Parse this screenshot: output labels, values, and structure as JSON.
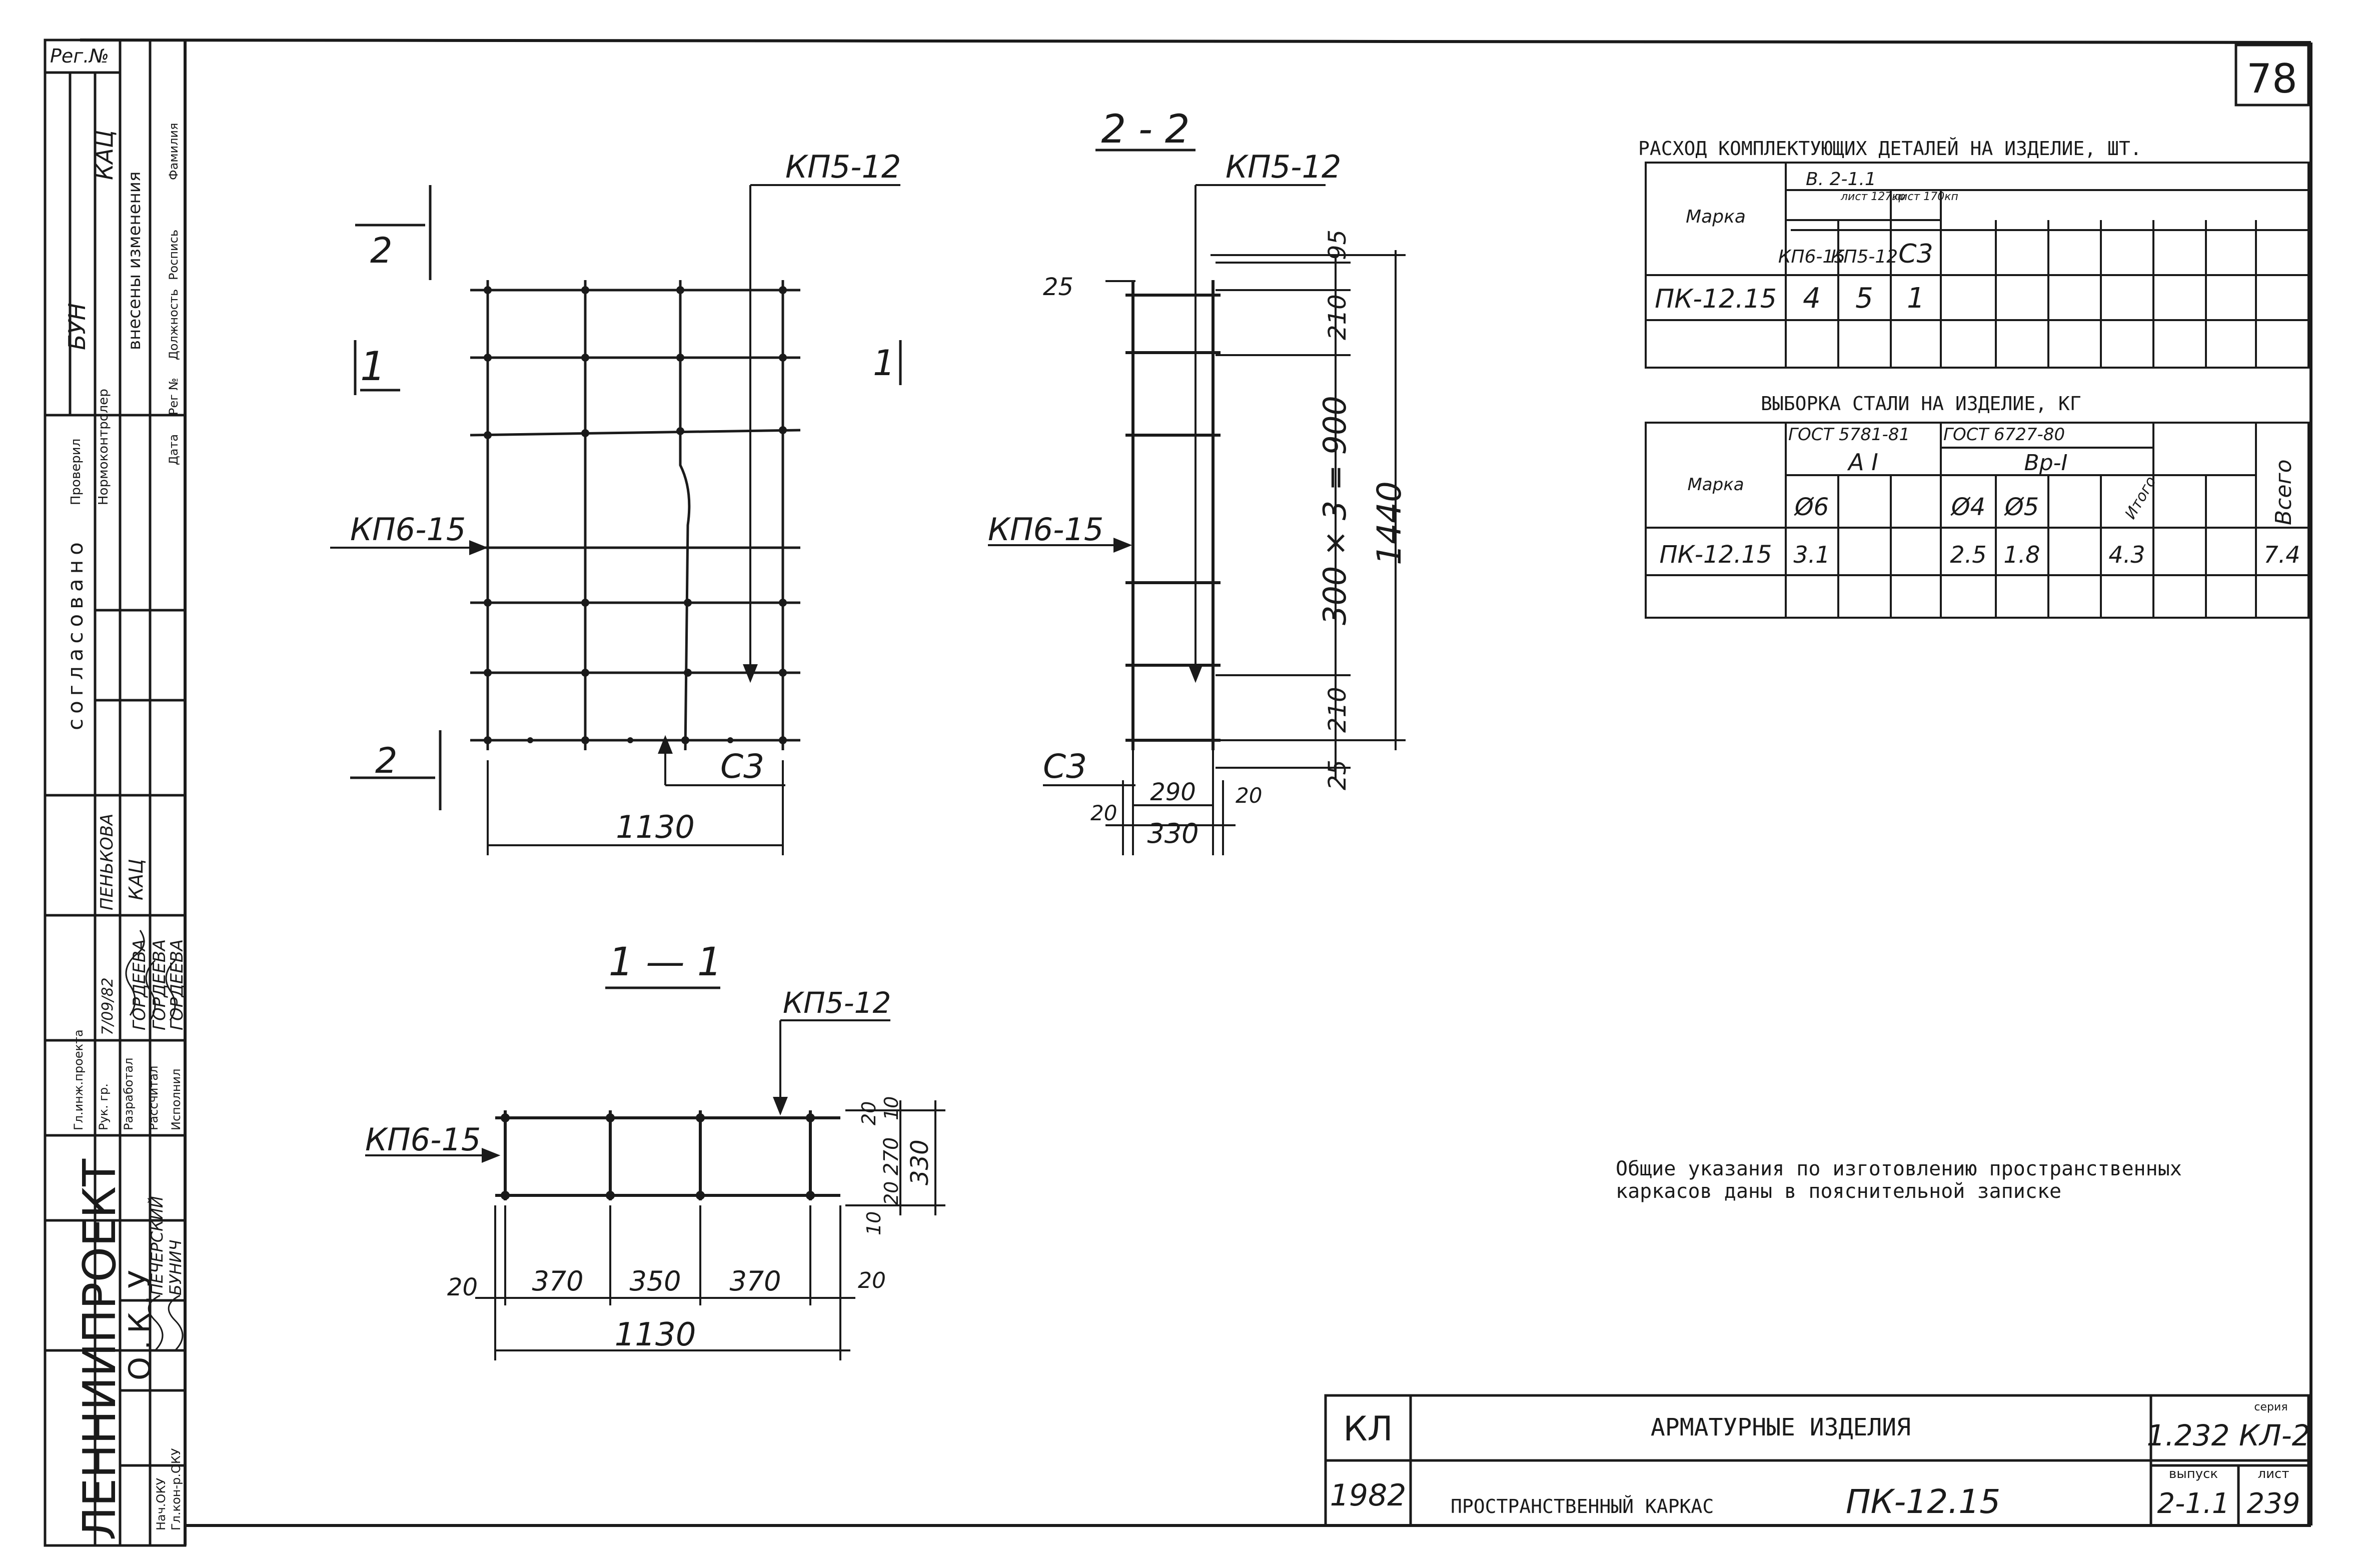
{
  "sheet_number": "78",
  "side_stamp": {
    "reg_no": "Рег.№",
    "kac": "КАЦ",
    "buh": "БУН",
    "changes_header": "внесены изменения",
    "changes_cols": [
      "Дата",
      "Рег №",
      "Должность",
      "Роспись",
      "Фамилия"
    ],
    "check_rows": [
      "Проверил",
      "Нормоконтролер"
    ],
    "agreed": "согласовано",
    "staff_roles": [
      "Гл.инж.проекта",
      "Рук. гр.",
      "Разработал",
      "Рассчитал",
      "Исполнил",
      "Нач.ОКУ",
      "Гл.кон-р.ОКУ"
    ],
    "staff_names": [
      "ПЕНЬКОВА",
      "КАЦ",
      "ГОРДЕЕВА",
      "ГОРДЕЕВА",
      "ГОРДЕЕВА",
      "ПЕЧЕРСКИЙ",
      "БУНИЧ"
    ],
    "org": "ЛЕННИИПРОЕКТ",
    "dept": "О.К.У",
    "date_stamp": "7/09/82"
  },
  "section_22": {
    "title": "2 - 2",
    "kp5": "КП5-12",
    "kp6": "КП6-15",
    "c3": "С3",
    "dims": [
      "25",
      "95",
      "210",
      "300 × 3 = 900",
      "1440",
      "210",
      "25",
      "290",
      "20",
      "20",
      "330"
    ]
  },
  "elevation": {
    "kp5": "КП5-12",
    "kp6": "КП6-15",
    "c3": "С3",
    "cut2": "2",
    "cut1": "1",
    "width": "1130"
  },
  "section_11": {
    "title": "1 — 1",
    "kp5": "КП5-12",
    "kp6": "КП6-15",
    "dims": [
      "20",
      "370",
      "350",
      "370",
      "20",
      "1130"
    ],
    "vdims": [
      "10",
      "20",
      "270",
      "20",
      "10",
      "330"
    ]
  },
  "parts_table": {
    "title": "РАСХОД КОМПЛЕКТУЮЩИХ ДЕТАЛЕЙ НА ИЗДЕЛИЕ, ШТ.",
    "mark_header": "Марка",
    "group": "В. 2-1.1",
    "sheet_a": "лист 127кр",
    "sheet_b": "лист 170кп",
    "cols": [
      "КП6-15",
      "КП5-12",
      "С3"
    ],
    "rows": [
      {
        "mark": "ПК-12.15",
        "vals": [
          "4",
          "5",
          "1"
        ]
      }
    ]
  },
  "steel_table": {
    "title": "ВЫБОРКА СТАЛИ НА ИЗДЕЛИЕ, КГ",
    "mark_header": "Марка",
    "gost1": "ГОСТ 5781-81",
    "class1": "А I",
    "gost2": "ГОСТ 6727-80",
    "class2": "Вр-I",
    "cols": [
      "Ø6",
      "Ø4",
      "Ø5",
      "Итого"
    ],
    "total": "Всего",
    "rows": [
      {
        "mark": "ПК-12.15",
        "d6": "3.1",
        "d4": "2.5",
        "d5": "1.8",
        "itogo": "4.3",
        "vsego": "7.4"
      }
    ]
  },
  "note": {
    "line1": "Общие указания по изготовлению пространственных",
    "line2": "каркасов даны в пояснительной записке"
  },
  "title_block": {
    "code": "КЛ",
    "year": "1982",
    "title": "АРМАТУРНЫЕ ИЗДЕЛИЯ",
    "subtitle": "ПРОСТРАНСТВЕННЫЙ КАРКАС",
    "mark": "ПК-12.15",
    "series_label": "серия",
    "series": "1.232 КЛ-2",
    "issue_label": "выпуск",
    "issue": "2-1.1",
    "sheet_label": "лист",
    "sheet": "239"
  }
}
